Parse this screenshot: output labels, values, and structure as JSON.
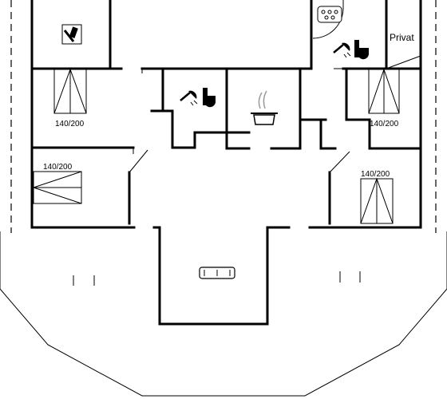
{
  "rooms": {
    "bed_top_left": {
      "size": "140/200"
    },
    "bed_mid_left": {
      "size": "140/200"
    },
    "bed_top_right": {
      "size": "140/200"
    },
    "bed_bottom_right": {
      "size": "140/200"
    },
    "private_room": {
      "label": "Privat"
    }
  },
  "icons": {
    "utility": "washing-utensils-icon",
    "bath_center": "shower-toilet-icon",
    "bath_right": "shower-toilet-icon",
    "kitchen": "cooking-pot-icon",
    "living": "sofa-icon",
    "spa": "whirlpool-icon"
  }
}
